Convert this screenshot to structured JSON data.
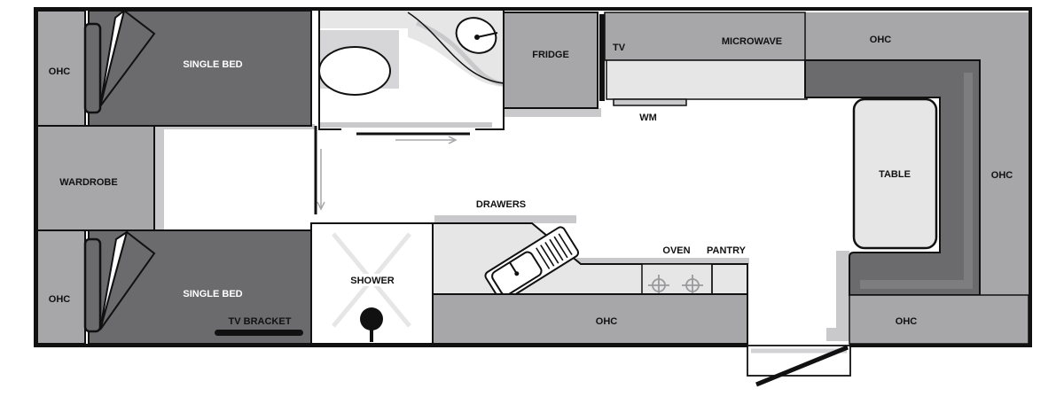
{
  "labels": {
    "ohc_top_left": "OHC",
    "single_bed_top": "SINGLE BED",
    "wardrobe": "WARDROBE",
    "ohc_bottom_left": "OHC",
    "single_bed_bottom": "SINGLE BED",
    "tv_bracket": "TV BRACKET",
    "fridge": "FRIDGE",
    "tv": "TV",
    "microwave": "MICROWAVE",
    "ohc_top_right": "OHC",
    "wm": "WM",
    "table": "TABLE",
    "ohc_right": "OHC",
    "drawers": "DRAWERS",
    "oven": "OVEN",
    "pantry": "PANTRY",
    "shower": "SHOWER",
    "ohc_bottom_middle": "OHC",
    "ohc_bottom_right": "OHC"
  },
  "colors": {
    "wall": "#111111",
    "dark_fill": "#6b6b6e",
    "mid_fill": "#a7a7aa",
    "light_fill": "#e6e6e7",
    "shadow": "#c9c9cb"
  }
}
